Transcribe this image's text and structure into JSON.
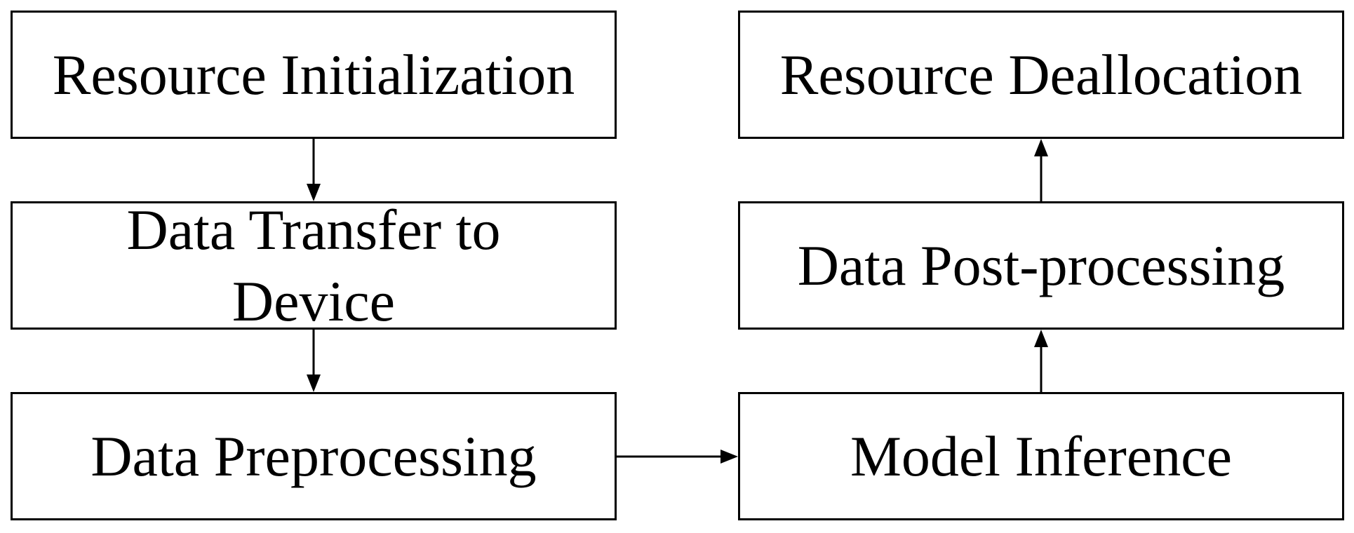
{
  "diagram": {
    "nodes": {
      "resource_initialization": "Resource Initialization",
      "data_transfer_to_device": "Data Transfer to\nDevice",
      "data_preprocessing": "Data Preprocessing",
      "model_inference": "Model Inference",
      "data_post_processing": "Data Post-processing",
      "resource_deallocation": "Resource Deallocation"
    },
    "edges": [
      {
        "from": "resource_initialization",
        "to": "data_transfer_to_device"
      },
      {
        "from": "data_transfer_to_device",
        "to": "data_preprocessing"
      },
      {
        "from": "data_preprocessing",
        "to": "model_inference"
      },
      {
        "from": "model_inference",
        "to": "data_post_processing"
      },
      {
        "from": "data_post_processing",
        "to": "resource_deallocation"
      }
    ],
    "colors": {
      "stroke": "#000000",
      "background": "#ffffff"
    }
  }
}
